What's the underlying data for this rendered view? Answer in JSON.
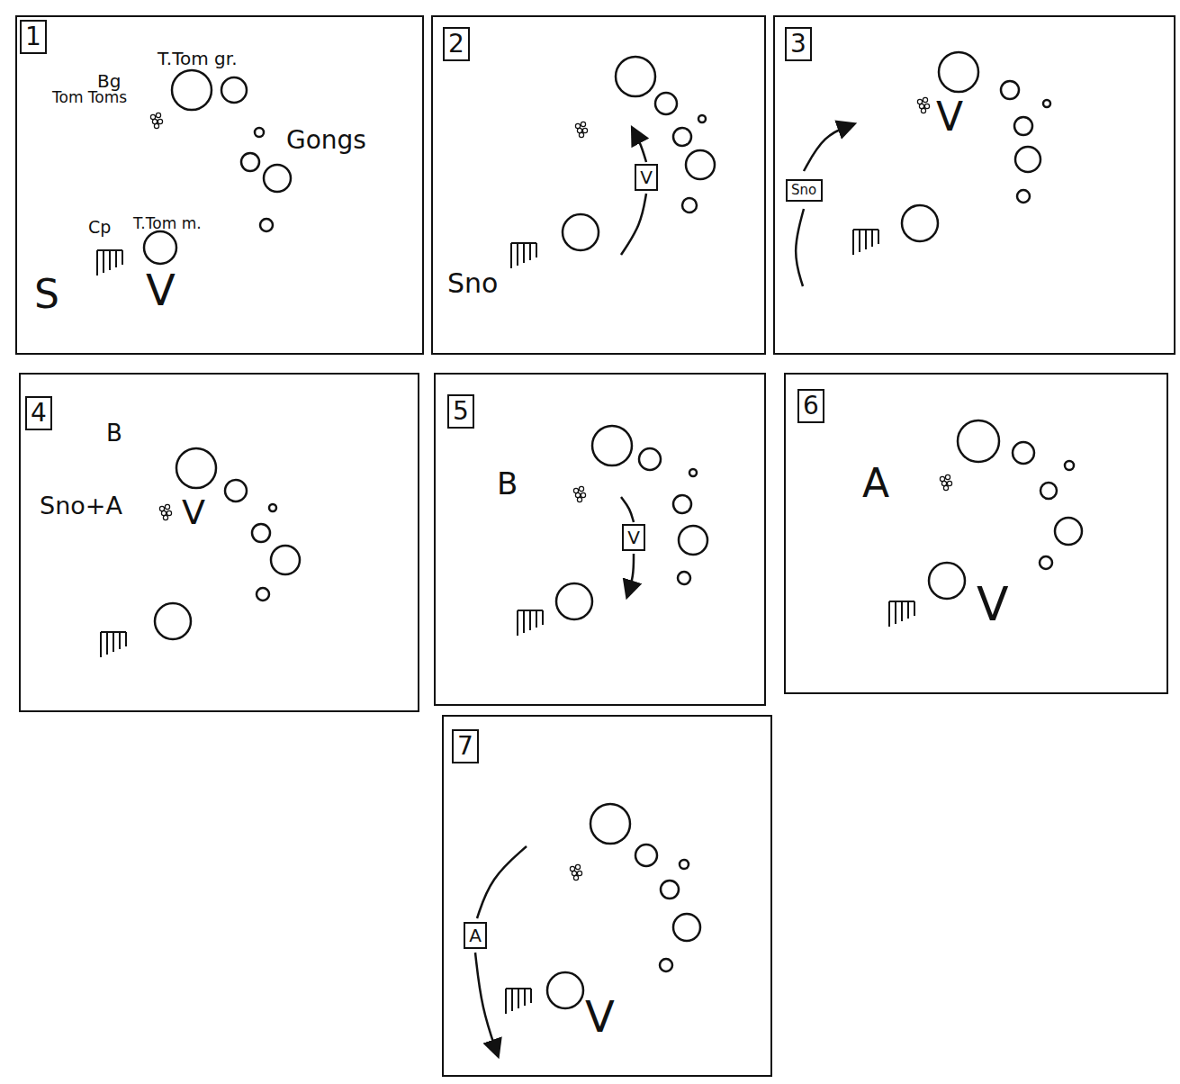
{
  "diagram": {
    "nodes": [
      {
        "text": [
          "1"
        ]
      },
      {
        "text": [
          "2"
        ]
      },
      {
        "text": [
          "3"
        ]
      },
      {
        "text": [
          "4"
        ]
      },
      {
        "text": [
          "5"
        ]
      },
      {
        "text": [
          "6"
        ]
      },
      {
        "text": [
          "7"
        ]
      },
      {
        "text": [
          "V"
        ]
      },
      {
        "text": [
          "Sno"
        ]
      },
      {
        "text": [
          "V"
        ]
      },
      {
        "text": [
          "A"
        ]
      }
    ],
    "labels": [
      "T.Tom gr.",
      "Bg",
      "Tom Toms",
      "Gongs",
      "Cp",
      "T.Tom m.",
      "S",
      "V",
      "Sno",
      "V",
      "B",
      "Sno+A",
      "V",
      "B",
      "A",
      "V",
      "V"
    ]
  }
}
